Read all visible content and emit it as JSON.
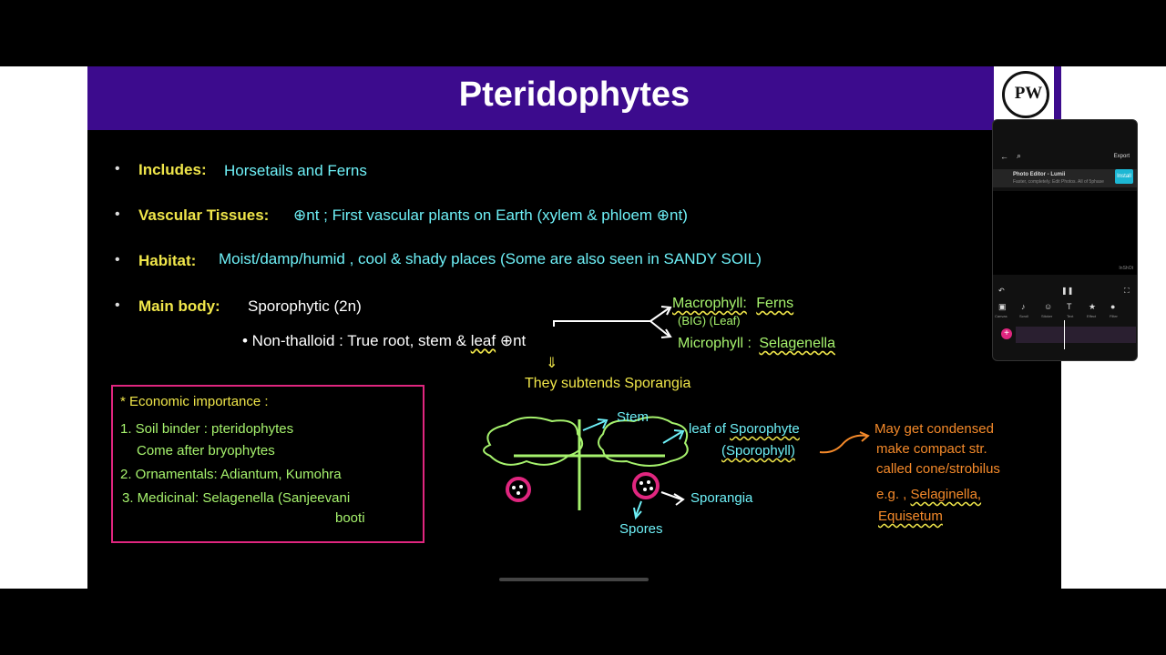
{
  "slide": {
    "title": "Pteridophytes",
    "logo": "PW",
    "bullet_glyph": "•",
    "includes": {
      "label": "Includes:",
      "text": "Horsetails and Ferns"
    },
    "vascular": {
      "label": "Vascular Tissues:",
      "text": "⊕nt ; First vascular plants on Earth (xylem & phloem ⊕nt)"
    },
    "habitat": {
      "label": "Habitat:",
      "text": "Moist/damp/humid , cool & shady places  (Some are also seen in SANDY SOIL)"
    },
    "main_body": {
      "label": "Main body:",
      "text": "Sporophytic (2n)"
    },
    "non_thalloid": {
      "prefix": "• Non-thalloid : True root, stem &",
      "leaf": "leaf",
      "suffix": "⊕nt"
    },
    "macrophyll": {
      "label": "Macrophyll:",
      "value": "Ferns",
      "sub": "(BIG) (Leaf)"
    },
    "microphyll": {
      "label": "Microphyll :",
      "value": "Selagenella"
    },
    "arrow_down": "⇓",
    "subtends": "They subtends Sporangia",
    "economic": {
      "title": "* Economic importance :",
      "item1a": "1. Soil binder :  pteridophytes",
      "item1b": "Come after bryophytes",
      "item2": "2. Ornamentals: Adiantum, Kumohra",
      "item3a": "3. Medicinal: Selagenella (Sanjeevani",
      "item3b": "booti"
    },
    "diagram": {
      "stem": "Stem",
      "leaf_of": "leaf of",
      "sporophyte": "Sporophyte",
      "sporophyll": "(Sporophyll)",
      "sporangia": "Sporangia",
      "spores": "Spores"
    },
    "notes": {
      "l1": "May get condensed",
      "l2": "make compact str.",
      "l3": "called cone/strobilus",
      "eg_prefix": "e.g. ,",
      "eg1": "Selaginella,",
      "eg2": "Equisetum"
    }
  },
  "phone": {
    "export": "Export",
    "project_title": "Photo Editor - Lumii",
    "project_sub": "Faster, completely. Edit Photos. All of 5phase",
    "install": "Install",
    "watermark": "InShOt",
    "tools": [
      "Canvas",
      "Scroll",
      "Sticker",
      "Text",
      "Effect",
      "Filter"
    ]
  },
  "colors": {
    "banner": "#3c0b8d",
    "label_yellow": "#f0e64a",
    "text_cyan": "#6ef0f7",
    "text_green": "#a6f26d",
    "box_pink": "#e0267f",
    "text_orange": "#f58a2a"
  }
}
